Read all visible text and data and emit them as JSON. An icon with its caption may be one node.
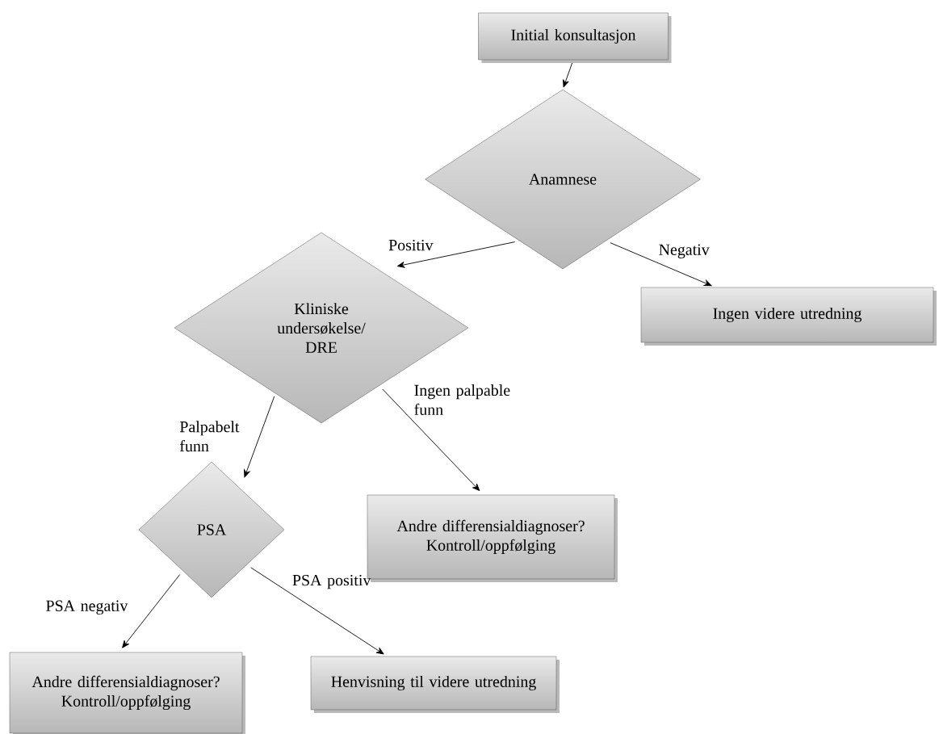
{
  "diagram": {
    "nodes": [
      {
        "text": [
          "Initial  konsultasjon"
        ]
      },
      {
        "text": [
          "Anamnese"
        ]
      },
      {
        "text": [
          "Ingen videre  utredning"
        ]
      },
      {
        "text": [
          "Kliniske undersøkelse/ DRE"
        ]
      },
      {
        "text": [
          "PSA"
        ]
      },
      {
        "text": [
          "Andre differensialdiagnoser? Kontroll/oppfølging"
        ]
      },
      {
        "text": [
          "Andre differensialdiagnoser? Kontroll/oppfølging"
        ]
      },
      {
        "text": [
          "Henvisning  til videre  utredning"
        ]
      }
    ],
    "edges": [
      {
        "from": 0,
        "to": 1,
        "arrow": "to"
      },
      {
        "from": 1,
        "to": 3,
        "arrow": "to",
        "label": "Positiv"
      },
      {
        "from": 1,
        "to": 2,
        "arrow": "to",
        "label": "Negativ"
      },
      {
        "from": 3,
        "to": 4,
        "arrow": "to",
        "label": "Palpabelt funn"
      },
      {
        "from": 3,
        "to": 5,
        "arrow": "to",
        "label": "Ingen palpable funn"
      },
      {
        "from": 4,
        "to": 6,
        "arrow": "to",
        "label": "PSA negativ"
      },
      {
        "from": 4,
        "to": 7,
        "arrow": "to",
        "label": "PSA positiv"
      }
    ]
  }
}
